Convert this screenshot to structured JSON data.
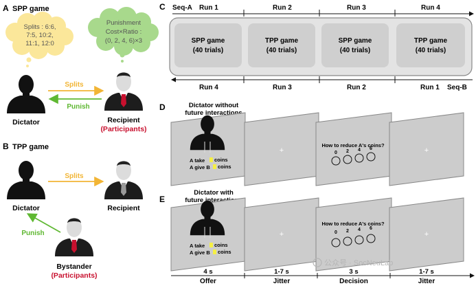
{
  "panelA": {
    "letter": "A",
    "title": "SPP game",
    "cloud_yellow": [
      "Splits : 6:6,",
      "7:5, 10:2,",
      "11:1, 12:0"
    ],
    "cloud_green": [
      "Punishment",
      "Cost×Ratio :",
      "(0, 2, 4, 6)×3"
    ],
    "arrow_splits": "Splits",
    "arrow_punish": "Punish",
    "dictator": "Dictator",
    "recipient": "Recipient",
    "participants": "(Participants)"
  },
  "panelB": {
    "letter": "B",
    "title": "TPP game",
    "arrow_splits": "Splits",
    "arrow_punish": "Punish",
    "dictator": "Dictator",
    "recipient": "Recipient",
    "bystander": "Bystander",
    "participants": "(Participants)"
  },
  "panelC": {
    "letter": "C",
    "seqA": "Seq-A",
    "seqB": "Seq-B",
    "top_runs": [
      "Run 1",
      "Run 2",
      "Run 3",
      "Run 4"
    ],
    "bottom_runs": [
      "Run 4",
      "Run 3",
      "Run 2",
      "Run 1"
    ],
    "blocks": [
      {
        "game": "SPP game",
        "trials": "(40 trials)"
      },
      {
        "game": "TPP game",
        "trials": "(40 trials)"
      },
      {
        "game": "SPP game",
        "trials": "(40 trials)"
      },
      {
        "game": "TPP game",
        "trials": "(40 trials)"
      }
    ]
  },
  "panelD": {
    "letter": "D",
    "caption": [
      "Dictator without",
      "future interactions"
    ],
    "take": "A take",
    "give": "A give B",
    "coins": "coins",
    "question": "How to reduce A's coins?",
    "options": [
      "0",
      "2",
      "4",
      "6"
    ],
    "fix": "+"
  },
  "panelE": {
    "letter": "E",
    "caption": [
      "Dictator with",
      "future interactions"
    ],
    "take": "A take",
    "give": "A give B",
    "coins": "coins",
    "question": "How to reduce A's coins?",
    "options": [
      "0",
      "2",
      "4",
      "6"
    ],
    "fix": "+"
  },
  "timeline": {
    "durations": [
      "4 s",
      "1-7 s",
      "3 s",
      "1-7 s"
    ],
    "phases": [
      "Offer",
      "Jitter",
      "Decision",
      "Jitter"
    ]
  },
  "watermark": "公众号 · SocNeuLab",
  "colors": {
    "yellow_cloud": "#fbe79a",
    "green_cloud": "#a8d98c",
    "arrow_yellow": "#f2b535",
    "arrow_green": "#5fb832",
    "participants_red": "#c8102e",
    "tie_red": "#c8102e",
    "slide_gray": "#cccccc",
    "block_gray": "#cfcfcf",
    "panel_gray": "#e3e3e3"
  }
}
